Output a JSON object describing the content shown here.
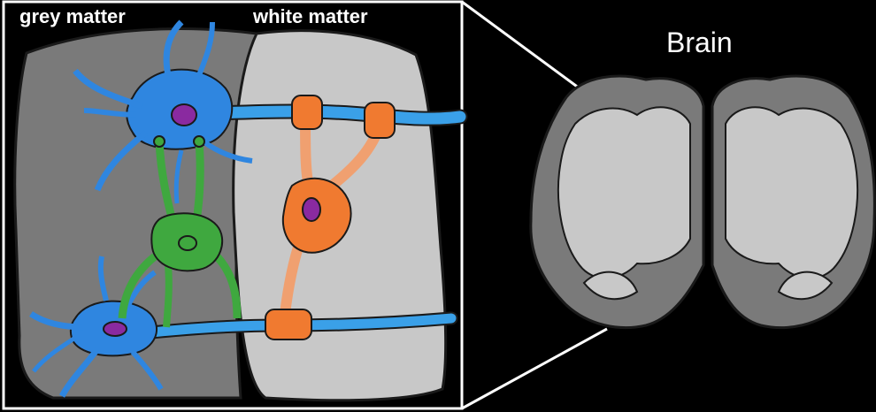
{
  "labels": {
    "grey_matter": "grey matter",
    "white_matter": "white matter",
    "brain": "Brain"
  },
  "colors": {
    "background": "#000000",
    "grey_matter": "#7a7a7a",
    "white_matter": "#c8c8c8",
    "neuron": "#2f86e0",
    "axon": "#3aa0e8",
    "astrocyte": "#3fa83f",
    "oligodendrocyte": "#f07a30",
    "myelin": "#f0a070",
    "nucleus": "#8a2aa0"
  },
  "icons": [
    "neuron-cell",
    "astrocyte-cell",
    "oligodendrocyte-cell",
    "brain-coronal-section"
  ]
}
